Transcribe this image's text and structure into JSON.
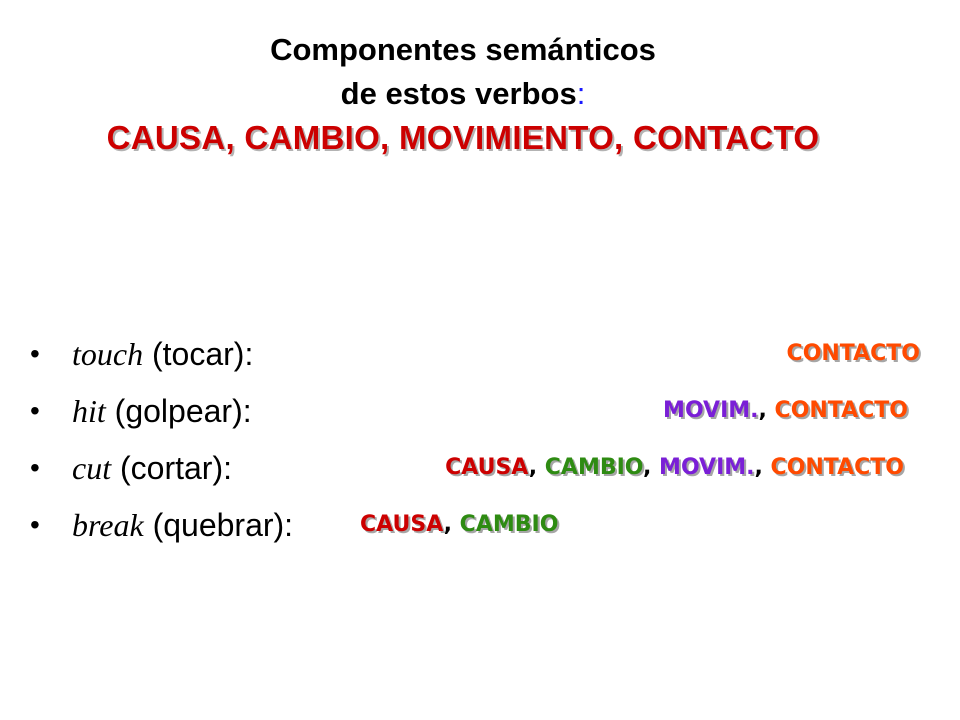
{
  "title": {
    "line1": "Componentes semánticos",
    "line2": "de estos verbos",
    "colon": ":",
    "line3": "CAUSA, CAMBIO, MOVIMIENTO, CONTACTO"
  },
  "bullet_glyph": "•",
  "separator": ",",
  "colors": {
    "causa": "#cc0000",
    "cambio": "#2e8b12",
    "movim": "#7a1fd6",
    "contacto": "#ff4a00",
    "title_concepts": "#cc0000",
    "title_colon": "#1a1aff"
  },
  "items": [
    {
      "verb": "touch",
      "gloss": " (tocar):",
      "features": [
        {
          "text": "CONTACTO",
          "kind": "contacto"
        }
      ]
    },
    {
      "verb": "hit",
      "gloss": " (golpear):",
      "features": [
        {
          "text": "MOVIM.",
          "kind": "movim"
        },
        {
          "text": "CONTACTO",
          "kind": "contacto"
        }
      ]
    },
    {
      "verb": "cut",
      "gloss": " (cortar):",
      "features": [
        {
          "text": "CAUSA",
          "kind": "causa"
        },
        {
          "text": "CAMBIO",
          "kind": "cambio"
        },
        {
          "text": "MOVIM.",
          "kind": "movim"
        },
        {
          "text": "CONTACTO",
          "kind": "contacto"
        }
      ]
    },
    {
      "verb": "break",
      "gloss": " (quebrar):",
      "features": [
        {
          "text": "CAUSA",
          "kind": "causa"
        },
        {
          "text": "CAMBIO",
          "kind": "cambio"
        }
      ]
    }
  ]
}
